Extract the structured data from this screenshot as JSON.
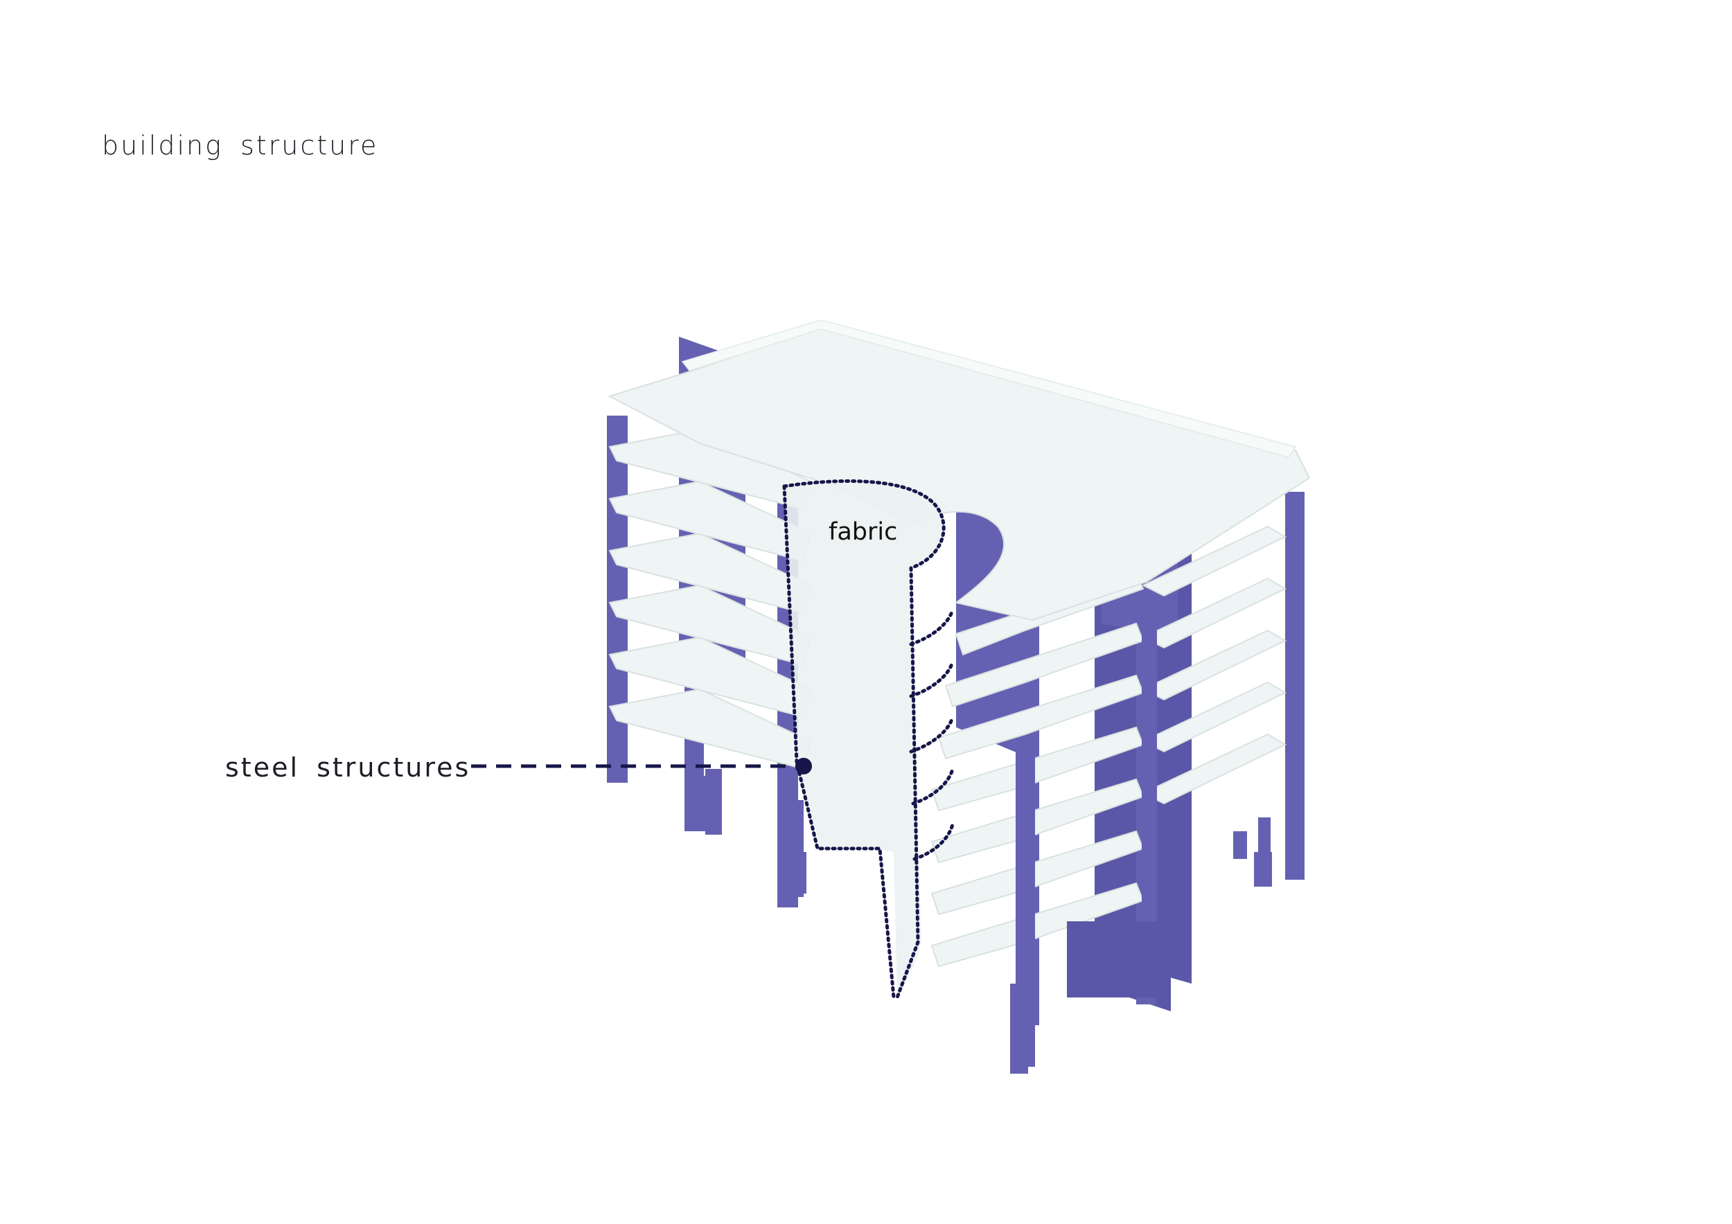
{
  "title": "building  structure",
  "annotations": {
    "fabric": "fabric",
    "steel": "steel  structures"
  },
  "colors": {
    "steel": "#6561b2",
    "steel_dark": "#4d4a99",
    "slab": "#eef5f4",
    "slab_edge": "#d8e2e1",
    "leader": "#16164a",
    "background": "#ffffff"
  }
}
